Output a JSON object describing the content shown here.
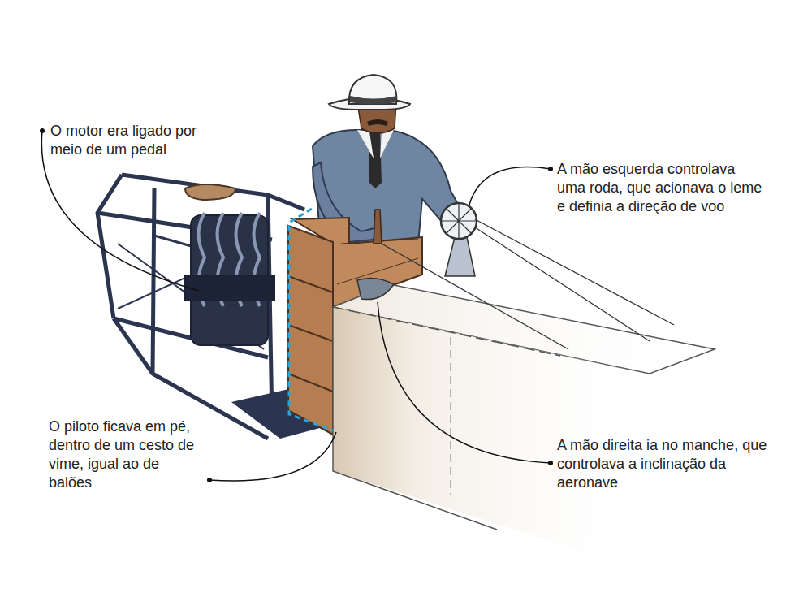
{
  "diagram": {
    "labels": [
      "O motor era ligado por meio de um pedal",
      "A mão esquerda controlava uma roda, que acionava o leme e definia a direção de voo",
      "O piloto ficava em pé, dentro de um cesto de vime, igual ao de balões",
      "A mão direita ia no manche, que controlava a inclinação da aeronave"
    ]
  }
}
